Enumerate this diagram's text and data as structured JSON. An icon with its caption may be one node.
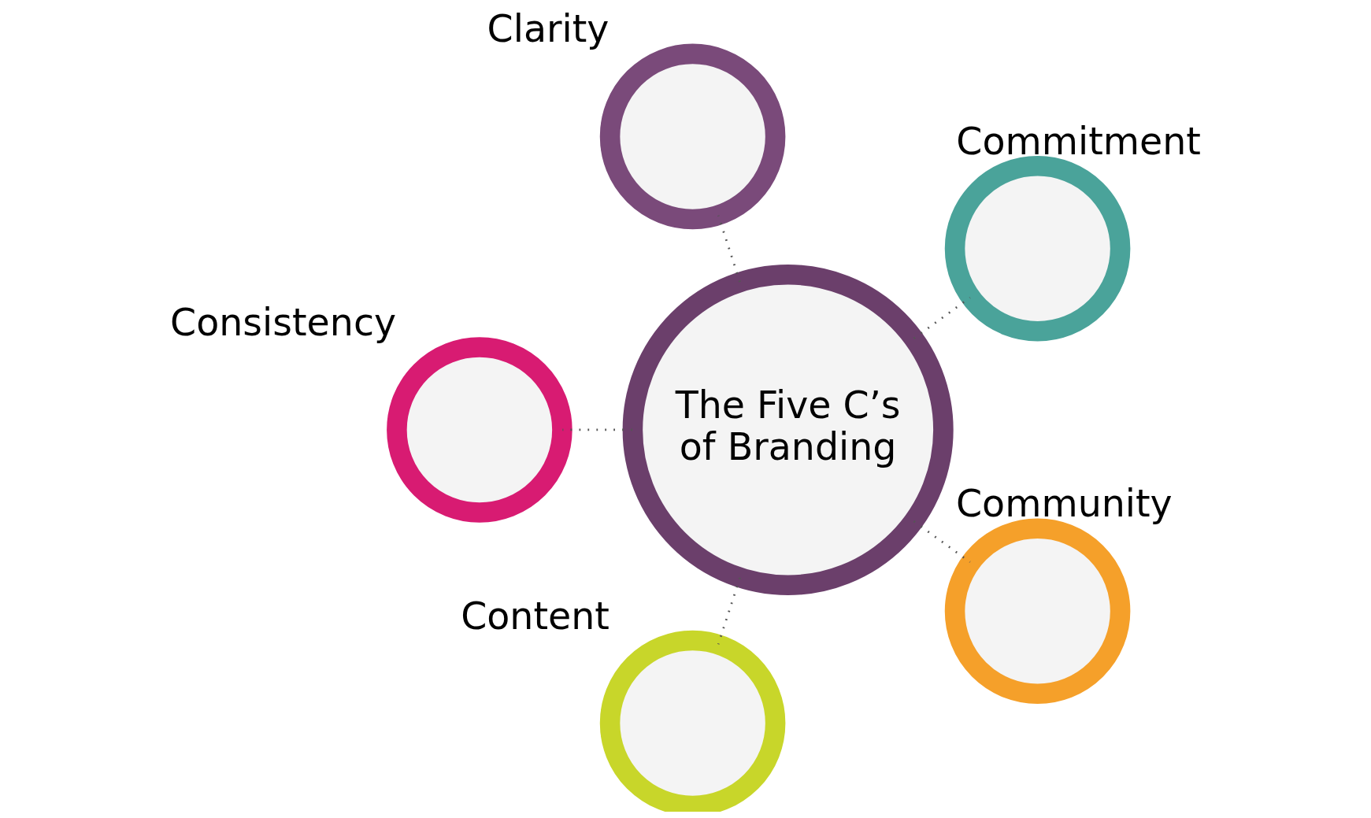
{
  "diagram": {
    "nodes": [
      {
        "text": [
          "The Five C’s of Branding"
        ]
      },
      {
        "text": [],
        "shape": "circle",
        "beside": [
          "Commitment"
        ]
      },
      {
        "text": [],
        "shape": "circle",
        "beside": [
          "Clarity"
        ]
      },
      {
        "text": [],
        "shape": "circle",
        "beside": [
          "Consistency"
        ]
      },
      {
        "text": [],
        "shape": "circle",
        "beside": [
          "Content"
        ]
      },
      {
        "text": [],
        "shape": "circle",
        "beside": [
          "Community"
        ]
      }
    ],
    "edges": [
      {
        "from": 0,
        "to": 1,
        "arrow": "none",
        "style": "dashed"
      },
      {
        "from": 0,
        "to": 2,
        "arrow": "none",
        "style": "dashed"
      },
      {
        "from": 0,
        "to": 3,
        "arrow": "none",
        "style": "dashed"
      },
      {
        "from": 0,
        "to": 4,
        "arrow": "none",
        "style": "dashed"
      },
      {
        "from": 0,
        "to": 5,
        "arrow": "none",
        "style": "dashed"
      }
    ]
  }
}
